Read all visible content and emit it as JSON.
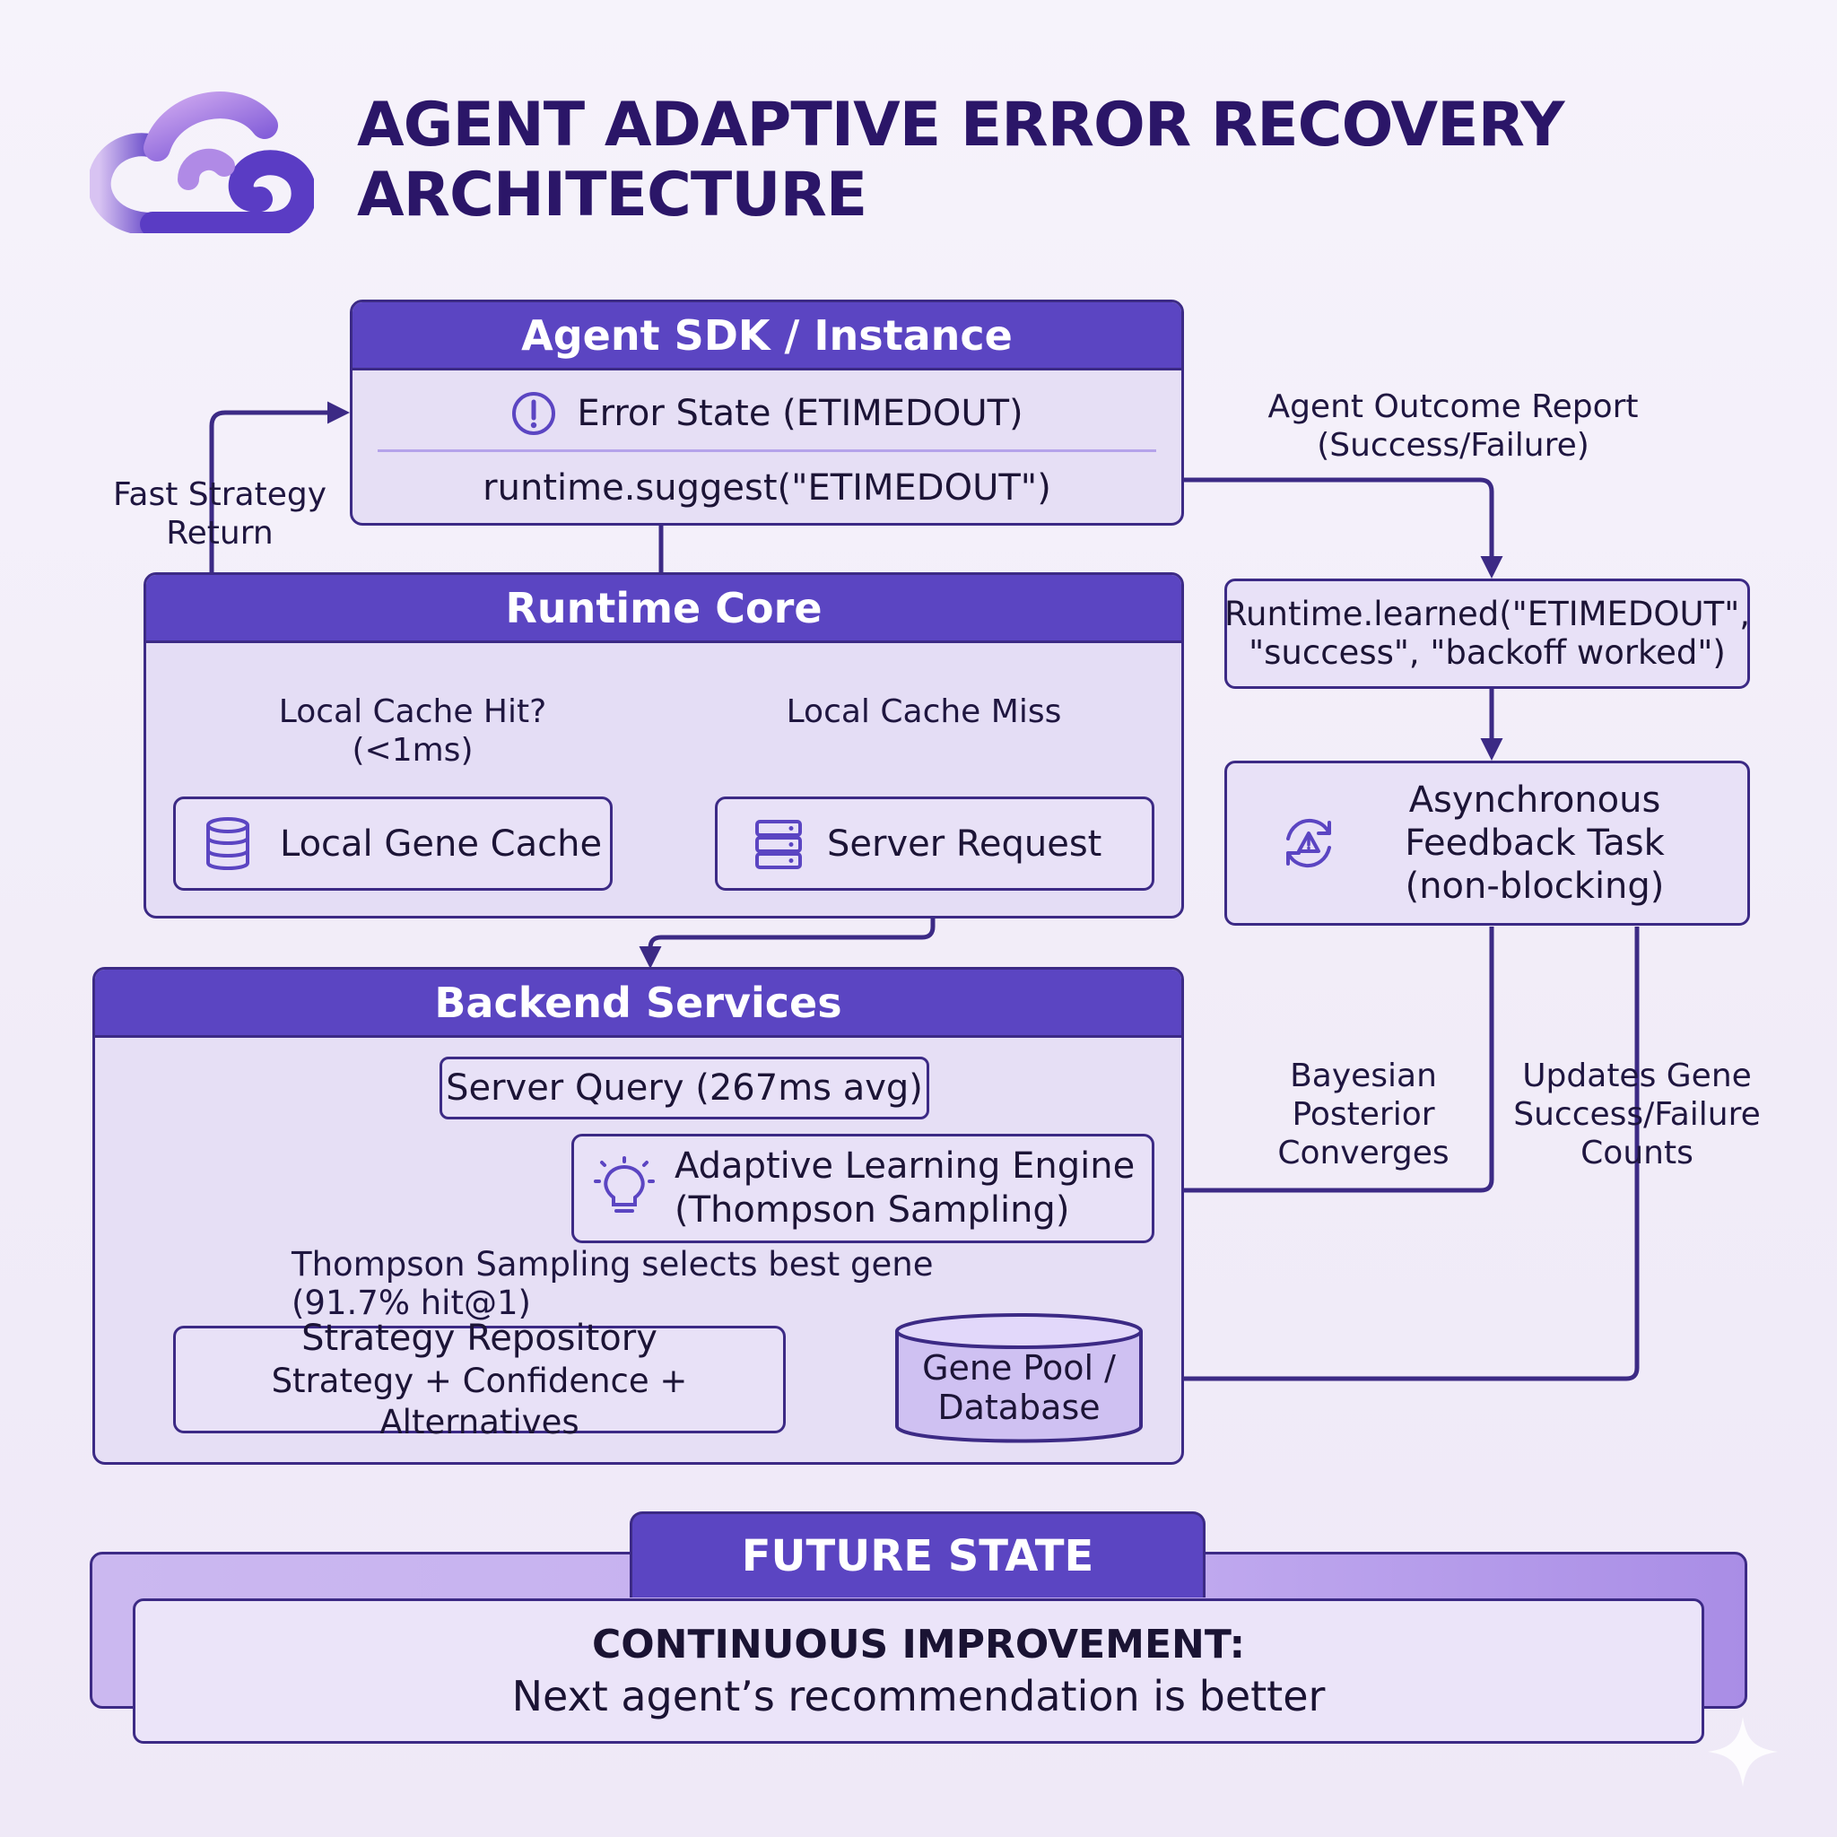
{
  "header": {
    "title_line1": "AGENT ADAPTIVE ERROR RECOVERY",
    "title_line2": "ARCHITECTURE",
    "logo_icon": "cloud-g-logo"
  },
  "sdk": {
    "title": "Agent SDK / Instance",
    "error_state": "Error State (ETIMEDOUT)",
    "suggest_call": "runtime.suggest(\"ETIMEDOUT\")"
  },
  "runtime": {
    "title": "Runtime Core",
    "hit_label": "Local Cache Hit? (<1ms)",
    "miss_label": "Local Cache Miss",
    "local_cache": "Local Gene Cache",
    "server_request": "Server Request"
  },
  "backend": {
    "title": "Backend Services",
    "server_query": "Server Query (267ms avg)",
    "engine_line1": "Adaptive Learning Engine",
    "engine_line2": "(Thompson Sampling)",
    "select_line1": "Thompson Sampling selects best gene",
    "select_line2": "(91.7% hit@1)",
    "repo_line1": "Strategy Repository",
    "repo_line2": "Strategy + Confidence + Alternatives",
    "pool_line1": "Gene Pool /",
    "pool_line2": "Database"
  },
  "feedback": {
    "fast_return_line1": "Fast Strategy",
    "fast_return_line2": "Return",
    "outcome_line1": "Agent Outcome Report",
    "outcome_line2": "(Success/Failure)",
    "learned_line1": "Runtime.learned(\"ETIMEDOUT\",",
    "learned_line2": "\"success\", \"backoff worked\")",
    "async_line1": "Asynchronous",
    "async_line2": "Feedback Task",
    "async_line3": "(non-blocking)",
    "bayes_line1": "Bayesian",
    "bayes_line2": "Posterior",
    "bayes_line3": "Converges",
    "updates_line1": "Updates Gene",
    "updates_line2": "Success/Failure",
    "updates_line3": "Counts"
  },
  "future": {
    "tab": "FUTURE STATE",
    "headline": "CONTINUOUS IMPROVEMENT:",
    "subline": "Next agent’s recommendation is better"
  },
  "colors": {
    "primary": "#5b45c2",
    "dark": "#3c2a85",
    "panel": "#e6dff5",
    "title": "#2b1668"
  }
}
